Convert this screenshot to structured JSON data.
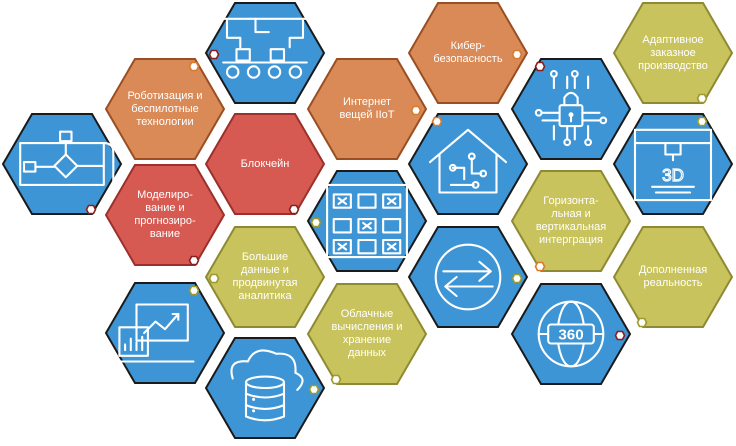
{
  "colors": {
    "blue": "#3E95D6",
    "blue_border": "#1A1A1A",
    "orange": "#D98A57",
    "orange_border": "#9A4E21",
    "red": "#D65A52",
    "red_border": "#9C2F2A",
    "olive": "#C8C35C",
    "olive_border": "#8E8A33",
    "marker_dark": "#8A1E1E",
    "marker_orange": "#D97A2C",
    "marker_olive": "#9C9A2A"
  },
  "hexes": [
    {
      "id": "process-flow",
      "kind": "icon",
      "color": "blue",
      "icon": "flowchart-icon",
      "marker": "dark"
    },
    {
      "id": "robotics",
      "kind": "text",
      "color": "orange",
      "label": "Роботизация и беспилотные технологии",
      "marker": "orange"
    },
    {
      "id": "modeling",
      "kind": "text",
      "color": "red",
      "label": "Моделиро-\nвание и\nпрогнозиро-\nвание",
      "marker": "dark"
    },
    {
      "id": "analytics-dashboard",
      "kind": "icon",
      "color": "blue",
      "icon": "analytics-dashboard-icon",
      "marker": "olive"
    },
    {
      "id": "factory-line",
      "kind": "icon",
      "color": "blue",
      "icon": "conveyor-robot-icon",
      "marker": "dark"
    },
    {
      "id": "blockchain",
      "kind": "text",
      "color": "red",
      "label": "Блокчейн",
      "marker": "dark"
    },
    {
      "id": "big-data",
      "kind": "text",
      "color": "olive",
      "label": "Большие\nданные и\nпродвинутая\nаналитика",
      "marker": "olive"
    },
    {
      "id": "cloud-db",
      "kind": "icon",
      "color": "blue",
      "icon": "cloud-database-icon",
      "marker": "olive"
    },
    {
      "id": "iiot",
      "kind": "text",
      "color": "orange",
      "label": "Интернет\nвещей IIoT",
      "marker": "orange"
    },
    {
      "id": "blocks-grid",
      "kind": "icon",
      "color": "blue",
      "icon": "block-grid-icon",
      "marker": "olive"
    },
    {
      "id": "cloud-storage",
      "kind": "text",
      "color": "olive",
      "label": "Облачные\nвычисления и\nхранение\nданных",
      "marker": "olive"
    },
    {
      "id": "cybersecurity",
      "kind": "text",
      "color": "orange",
      "label": "Кибер-\nбезопасность",
      "marker": "orange"
    },
    {
      "id": "smart-home",
      "kind": "icon",
      "color": "blue",
      "icon": "smart-house-icon",
      "marker": "orange"
    },
    {
      "id": "sync-arrows",
      "kind": "icon",
      "color": "blue",
      "icon": "exchange-arrows-icon",
      "marker": "olive"
    },
    {
      "id": "circuit-lock",
      "kind": "icon",
      "color": "blue",
      "icon": "circuit-lock-icon",
      "marker": "dark"
    },
    {
      "id": "integration",
      "kind": "text",
      "color": "olive",
      "label": "Горизонта-\nльная и\nвертикальная\nинтерграция",
      "marker": "orange"
    },
    {
      "id": "view-360",
      "kind": "icon",
      "color": "blue",
      "icon": "view-360-icon",
      "marker": "dark"
    },
    {
      "id": "custom-production",
      "kind": "text",
      "color": "olive",
      "label": "Адаптивное\nзаказное\nпроизводство",
      "marker": "olive"
    },
    {
      "id": "printer-3d",
      "kind": "icon",
      "color": "blue",
      "icon": "printer-3d-icon",
      "marker": "olive"
    },
    {
      "id": "augmented-reality",
      "kind": "text",
      "color": "olive",
      "label": "Дополненная\nреальность",
      "marker": "olive"
    }
  ]
}
